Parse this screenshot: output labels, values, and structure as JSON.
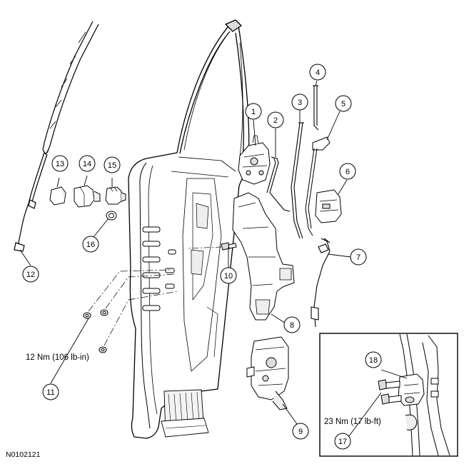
{
  "figure_id": "N0102121",
  "callouts": {
    "c1": "1",
    "c2": "2",
    "c3": "3",
    "c4": "4",
    "c5": "5",
    "c6": "6",
    "c7": "7",
    "c8": "8",
    "c9": "9",
    "c10": "10",
    "c11": "11",
    "c12": "12",
    "c13": "13",
    "c14": "14",
    "c15": "15",
    "c16": "16",
    "c17": "17",
    "c18": "18"
  },
  "torque": {
    "main": "12 Nm (106 lb-in)",
    "inset": "23 Nm (17 lb-ft)"
  }
}
